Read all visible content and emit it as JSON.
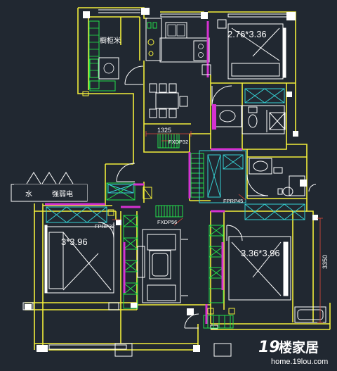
{
  "rooms": {
    "bedroom_top_right": "2.76*3.36",
    "bedroom_left": "3*3.96",
    "bedroom_bottom_right": "3.36*3.96"
  },
  "kitchen_label": "橱柜米",
  "utility_labels": {
    "water": "水",
    "power": "强弱电"
  },
  "equipment_codes": {
    "fx_upper": "FXDP32",
    "fx_lower": "FXDP56",
    "fp_left": "FPRP32",
    "fp_right": "FPRP45"
  },
  "dimensions": {
    "corridor_width": "1325",
    "right_vertical": "3350"
  },
  "watermark": {
    "number": "19",
    "name": "楼家居",
    "url": "home.19lou.com"
  },
  "colors": {
    "background": "#212831",
    "wall": "#f2ee3a",
    "fixture": "#ffffff",
    "duct": "#22e14a",
    "hvac": "#35d0d2",
    "accent": "#d531d1",
    "leader": "#e24a3a"
  }
}
